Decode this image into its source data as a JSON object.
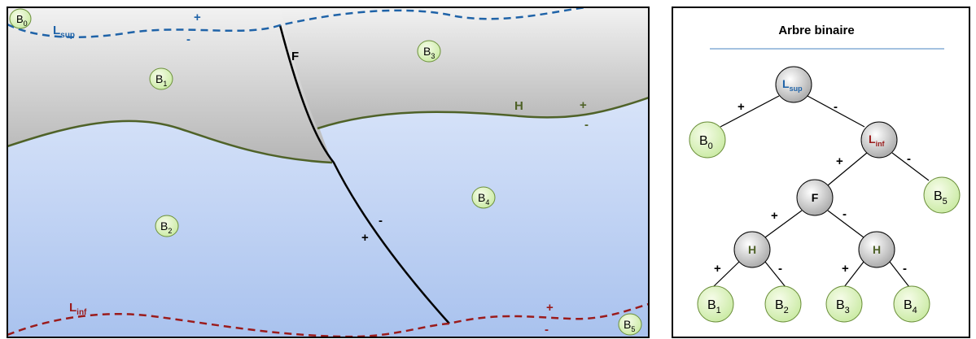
{
  "colors": {
    "blue": "#1f63a8",
    "darkred": "#9b1b1b",
    "green": "#4f6228",
    "black": "#000000",
    "rock_gray": "#bfbfbf",
    "rock_blue": "#b8cdf2",
    "node_fill": "#d8f0b8",
    "node_stroke": "#6b8f3a",
    "tree_node_fill": "#c8c8c8",
    "rule": "#4a86c0"
  },
  "section": {
    "labels": {
      "b0": {
        "main": "B",
        "sub": "0"
      },
      "b1": {
        "main": "B",
        "sub": "1"
      },
      "b2": {
        "main": "B",
        "sub": "2"
      },
      "b3": {
        "main": "B",
        "sub": "3"
      },
      "b4": {
        "main": "B",
        "sub": "4"
      },
      "b5": {
        "main": "B",
        "sub": "5"
      },
      "lsup": {
        "main": "L",
        "sub": "sup"
      },
      "linf": {
        "main": "L",
        "sub": "inf"
      },
      "fault": "F",
      "horizon": "H"
    },
    "signs": {
      "lsup_plus": "+",
      "lsup_minus": "-",
      "h_plus": "+",
      "h_minus": "-",
      "f_plus": "+",
      "f_minus": "-",
      "linf_plus": "+",
      "linf_minus": "-"
    }
  },
  "tree": {
    "title": "Arbre binaire",
    "nodes": {
      "root": {
        "main": "L",
        "sub": "sup"
      },
      "b0": {
        "main": "B",
        "sub": "0"
      },
      "linf": {
        "main": "L",
        "sub": "inf"
      },
      "f": {
        "main": "F",
        "sub": ""
      },
      "b5": {
        "main": "B",
        "sub": "5"
      },
      "h_left": {
        "main": "H",
        "sub": ""
      },
      "h_right": {
        "main": "H",
        "sub": ""
      },
      "b1": {
        "main": "B",
        "sub": "1"
      },
      "b2": {
        "main": "B",
        "sub": "2"
      },
      "b3": {
        "main": "B",
        "sub": "3"
      },
      "b4": {
        "main": "B",
        "sub": "4"
      }
    },
    "edge_signs": {
      "root_b0": "+",
      "root_linf": "-",
      "linf_f": "+",
      "linf_b5": "-",
      "f_hl": "+",
      "f_hr": "-",
      "hl_b1": "+",
      "hl_b2": "-",
      "hr_b3": "+",
      "hr_b4": "-"
    }
  }
}
